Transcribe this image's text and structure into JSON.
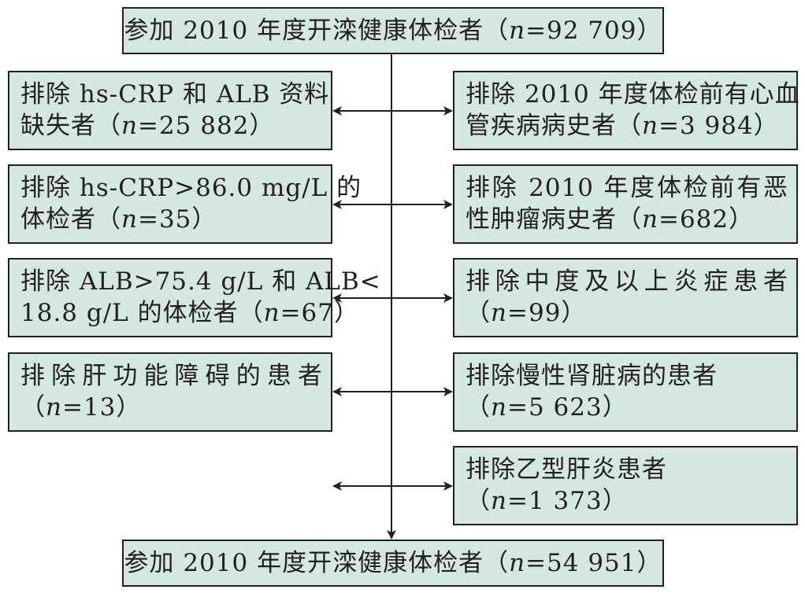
{
  "top_box": {
    "text_pre": "参加 2010 年度开滦健康体检者（",
    "n_italic": "n",
    "text_post": "=92 709）"
  },
  "bottom_box": {
    "text_pre": "参加 2010 年度开滦健康体检者（",
    "n_italic": "n",
    "text_post": "=54 951）"
  },
  "left_boxes": [
    {
      "line1": "排除 hs-CRP 和 ALB 资料",
      "line2_pre": "缺失者（",
      "n_italic": "n",
      "line2_post": "=25 882）"
    },
    {
      "line1": "排除 hs-CRP>86.0 mg/L 的",
      "line2_pre": "体检者（",
      "n_italic": "n",
      "line2_post": "=35）"
    },
    {
      "line1": "排除 ALB>75.4 g/L 和 ALB<",
      "line2_pre": "18.8 g/L 的体检者（",
      "n_italic": "n",
      "line2_post": "=67）"
    },
    {
      "line1": "排除肝功能障碍的患者",
      "line2_pre": "（",
      "n_italic": "n",
      "line2_post": "=13）"
    }
  ],
  "right_boxes": [
    {
      "line1": "排除 2010 年度体检前有心血",
      "line2_pre": "管疾病病史者（",
      "n_italic": "n",
      "line2_post": "=3 984）"
    },
    {
      "line1": "排除 2010 年度体检前有恶",
      "line2_pre": "性肿瘤病史者（",
      "n_italic": "n",
      "line2_post": "=682）"
    },
    {
      "line1": "排除中度及以上炎症患者",
      "line2_pre": "（",
      "n_italic": "n",
      "line2_post": "=99）"
    },
    {
      "line1": "排除慢性肾脏病的患者",
      "line2_pre": "（",
      "n_italic": "n",
      "line2_post": "=5 623）"
    },
    {
      "line1": "排除乙型肝炎患者",
      "line2_pre": "（",
      "n_italic": "n",
      "line2_post": "=1 373）"
    }
  ],
  "colors": {
    "box_fill": "#d4e7e1",
    "border": "#231f20",
    "text": "#231f20"
  }
}
